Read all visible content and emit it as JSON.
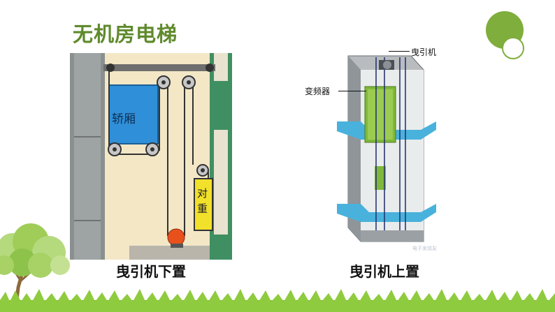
{
  "slide": {
    "title": "无机房电梯"
  },
  "left_figure": {
    "car_label": "轿厢",
    "counterweight_label": [
      "对",
      "重"
    ],
    "caption": "曳引机下置"
  },
  "right_figure": {
    "traction_label": "曳引机",
    "inverter_label": "变频器",
    "caption": "曳引机上置",
    "watermark": "电子发烧友"
  },
  "colors": {
    "accent_green": "#7fae3c",
    "title_green": "#5f8a2c",
    "car_blue": "#2f8fd8",
    "counterweight_yellow": "#f2e12a",
    "pulley_red": "#e8511c",
    "landing_blue": "#49b2dc"
  }
}
